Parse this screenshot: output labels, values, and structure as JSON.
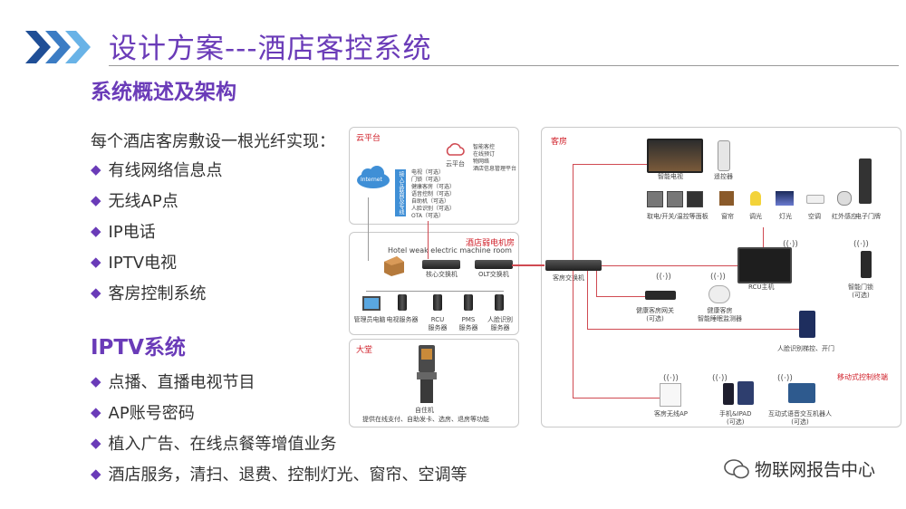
{
  "header": {
    "title": "设计方案---酒店客控系统",
    "section1": "系统概述及架构",
    "section2": "IPTV系统"
  },
  "intro": "每个酒店客房敷设一根光纤实现：",
  "bullets1": [
    "有线网络信息点",
    "无线AP点",
    "IP电话",
    "IPTV电视",
    "客房控制系统"
  ],
  "bullets2": [
    "点播、直播电视节目",
    "AP账号密码",
    "植入广告、在线点餐等增值业务",
    "酒店服务，清扫、退费、控制灯光、窗帘、空调等"
  ],
  "diagram": {
    "cloud": {
      "label": "云平台",
      "internet": "Internet",
      "vertical_note": "接入互联网及专线",
      "cloud_icon_caption": "云平台",
      "platform_items": "智能客控\n在线预订\n物网络\n酒店信息管理平台",
      "services": "电视（可选）\n门锁（可选）\n健康客房（可选）\n语音控制（可选）\n自助机（可选）\n人脸识别（可选）\nOTA（可选）"
    },
    "machine_room": {
      "label": "酒店弱电机房",
      "subtitle": "Hotel weak electric machine room",
      "core_switch": "核心交换机",
      "olt_switch": "OLT交换机",
      "devices": [
        "管理员电脑",
        "电视服务器",
        "RCU\n服务器",
        "PMS\n服务器",
        "人脸识别\n服务器"
      ]
    },
    "lobby": {
      "label": "大堂",
      "kiosk_caption": "自住机",
      "kiosk_desc": "提供在线支付、自助发卡、选房、退房等功能"
    },
    "room": {
      "label": "客房",
      "room_switch": "客房交换机",
      "tv": "智能电视",
      "remote": "遥控器",
      "panels": "取电/开关/温控等面板",
      "curtain": "窗帘",
      "dimmer": "调光",
      "light": "灯光",
      "ac": "空调",
      "ir": "红外感应",
      "door_lock": "电子门牌",
      "rcu": "RCU主机",
      "smart_lock": "智能门锁\n(可选)",
      "health_gateway": "健康客房网关\n(可选)",
      "sleep_monitor": "健康客房\n智能睡眠监测器",
      "face_id": "人脸识别梯控、开门",
      "mobile_label": "移动式控制终端",
      "ap": "客房无线AP",
      "phone": "手机&IPAD\n(可选)",
      "voice_robot": "互动式语音交互机器人\n(可选)"
    }
  },
  "watermark": "物联网报告中心",
  "colors": {
    "accent": "#6a3bb8",
    "chevron_dark": "#1f4e96",
    "chevron_light": "#69b3e7",
    "line_red": "#d04a52"
  }
}
